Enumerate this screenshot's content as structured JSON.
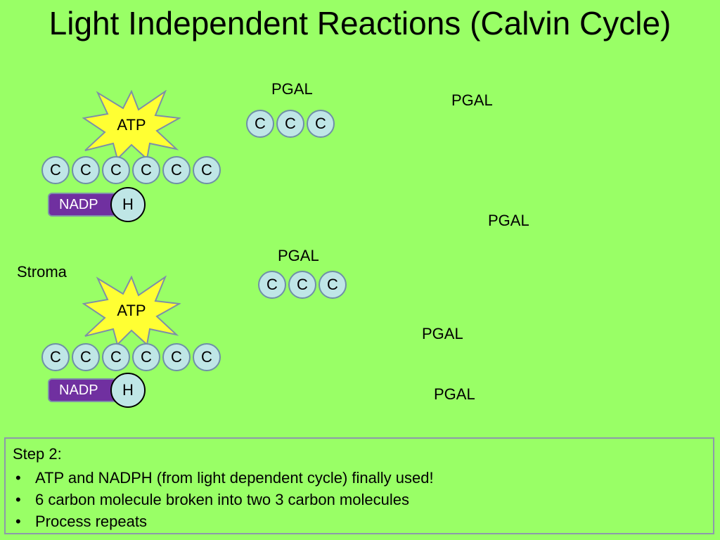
{
  "title": "Light Independent Reactions (Calvin Cycle)",
  "stroma_label": "Stroma",
  "carbon": "C",
  "atp": "ATP",
  "nadp": "NADP",
  "h": "H",
  "pgal": "PGAL",
  "step": {
    "heading": "Step 2:",
    "bullets": [
      "ATP and NADPH (from light dependent cycle) finally used!",
      "6 carbon molecule broken into two 3 carbon molecules",
      "Process repeats"
    ]
  },
  "colors": {
    "background": "#99ff66",
    "atp_burst": "#ffff33",
    "carbon_fill": "#bfe6e6",
    "nadp_fill": "#7030a0"
  }
}
